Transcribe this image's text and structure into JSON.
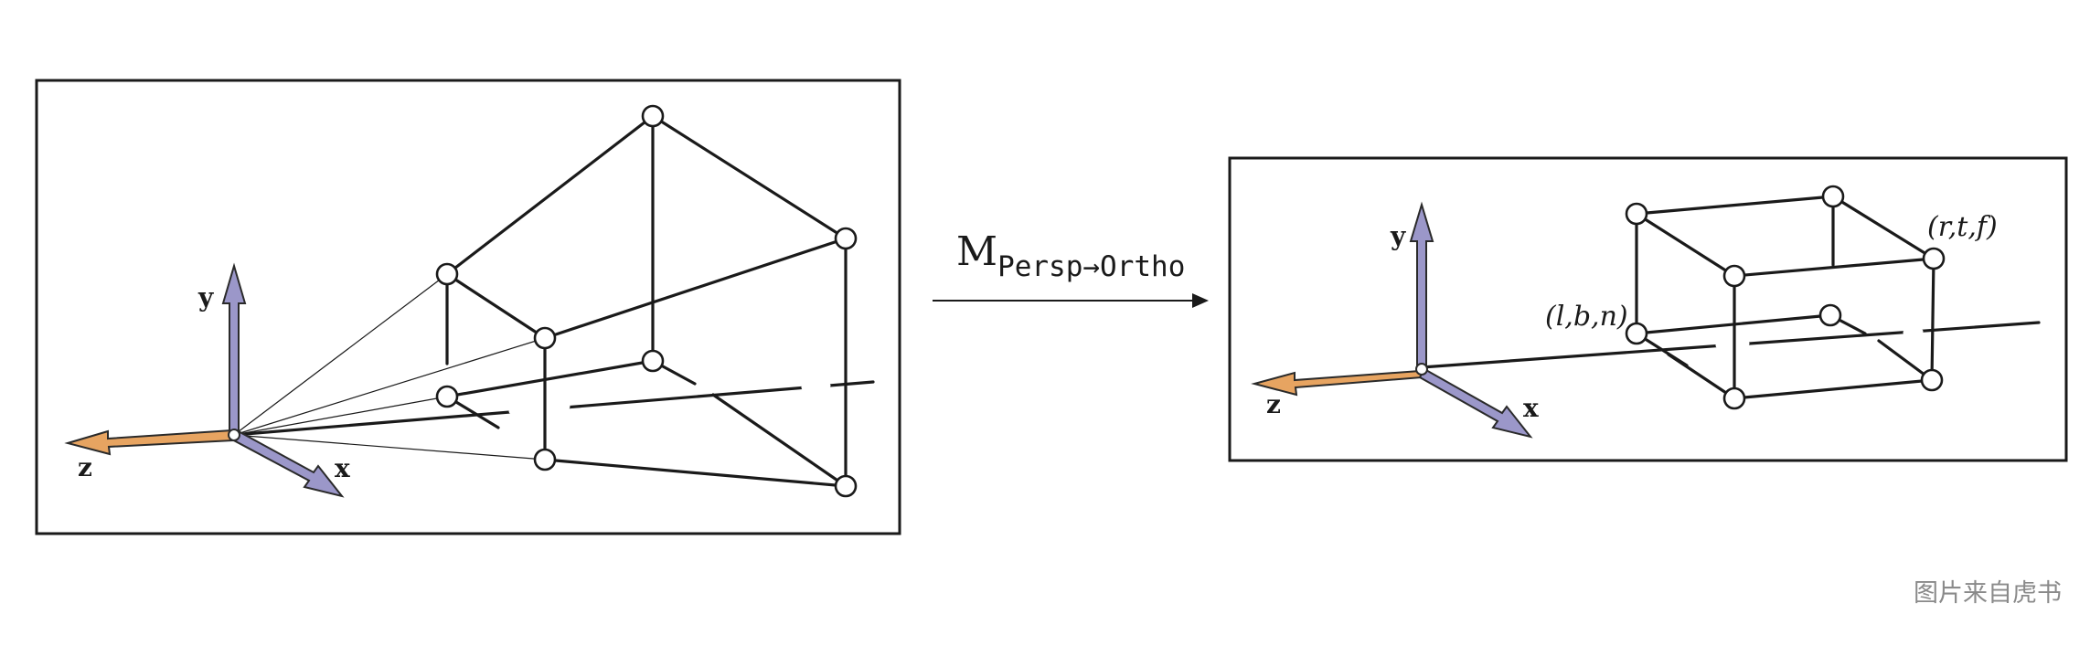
{
  "transform": {
    "symbol": "M",
    "subscript": "Persp→Ortho"
  },
  "left_panel": {
    "axis_labels": {
      "x": "x",
      "y": "y",
      "z": "z"
    }
  },
  "right_panel": {
    "axis_labels": {
      "x": "x",
      "y": "y",
      "z": "z"
    },
    "near_corner_label": "(l,b,n)",
    "far_corner_label": "(r,t,f)"
  },
  "watermark": "图片来自虎书",
  "colors": {
    "x_axis": "#9b97c9",
    "y_axis": "#9b97c9",
    "z_axis": "#e7a461",
    "line": "#1a1a1a"
  }
}
